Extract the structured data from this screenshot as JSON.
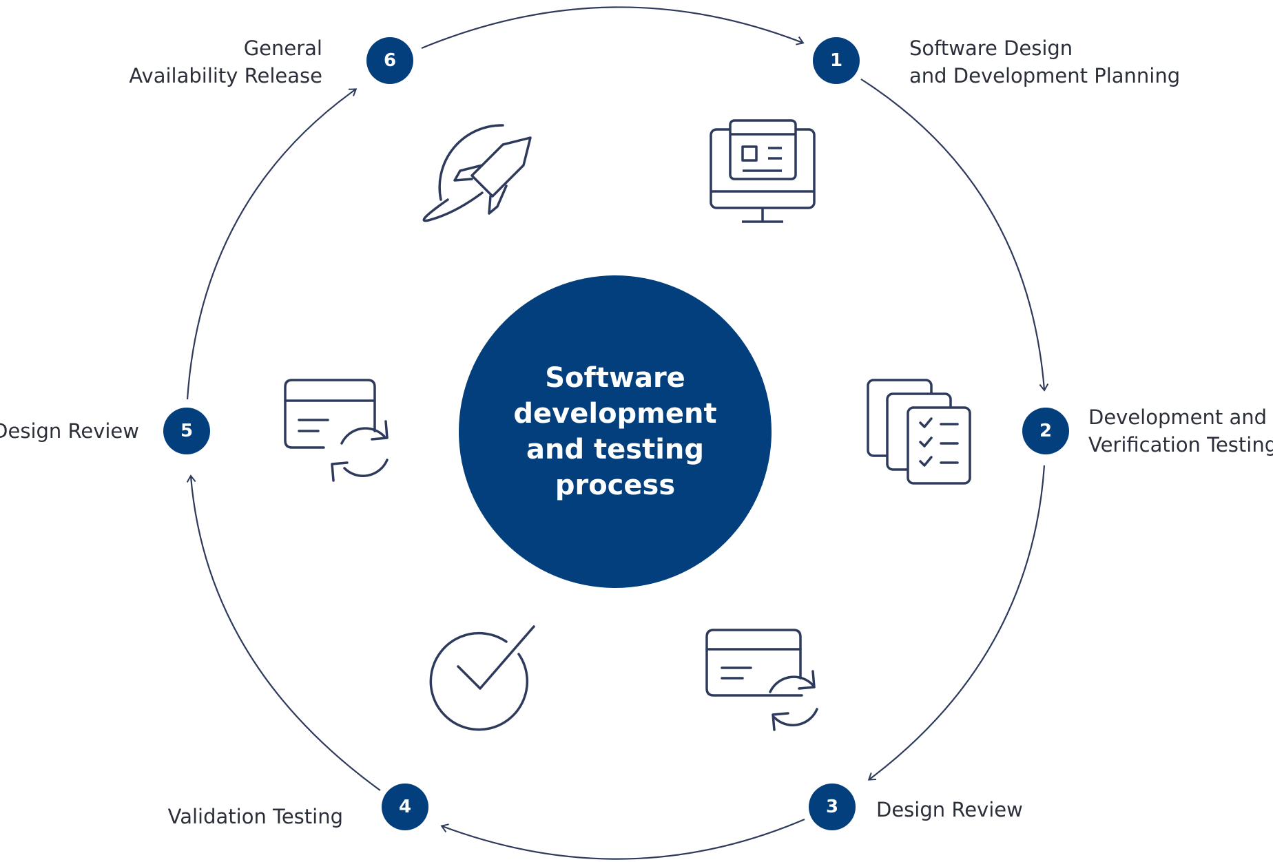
{
  "center": {
    "lines": [
      "Software",
      "development",
      "and testing",
      "process"
    ]
  },
  "steps": [
    {
      "number": "1",
      "lines": [
        "Software Design",
        "and Development Planning"
      ],
      "icon": "monitor-icon"
    },
    {
      "number": "2",
      "lines": [
        "Development and",
        "Verification Testing"
      ],
      "icon": "checklist-documents-icon"
    },
    {
      "number": "3",
      "lines": [
        "Design Review"
      ],
      "icon": "document-refresh-icon"
    },
    {
      "number": "4",
      "lines": [
        "Validation Testing"
      ],
      "icon": "checkmark-circle-icon"
    },
    {
      "number": "5",
      "lines": [
        "Design Review"
      ],
      "icon": "document-refresh-icon"
    },
    {
      "number": "6",
      "lines": [
        "General",
        "Availability Release"
      ],
      "icon": "rocket-icon"
    }
  ],
  "colors": {
    "primary": "#033f7c",
    "stroke": "#2e3a5c",
    "text": "#2b2f3a"
  }
}
